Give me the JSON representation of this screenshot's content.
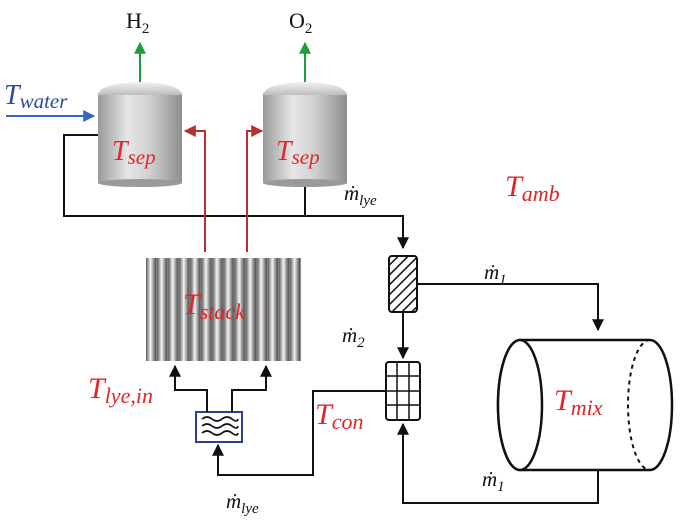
{
  "colors": {
    "temperature_label": "#e0262a",
    "water_label": "#2e4b9a",
    "gas_arrow": "#1d9e3a",
    "gas_pipe": "#b5322c",
    "lye_pipe": "#111111"
  },
  "gases": {
    "h2": {
      "main": "H",
      "sub": "2"
    },
    "o2": {
      "main": "O",
      "sub": "2"
    }
  },
  "water": {
    "main": "T",
    "sub": "water"
  },
  "separators": [
    {
      "main": "T",
      "sub": "sep"
    },
    {
      "main": "T",
      "sub": "sep"
    }
  ],
  "ambient": {
    "main": "T",
    "sub": "amb"
  },
  "stack": {
    "main": "T",
    "sub": "stack"
  },
  "lye_inlet": {
    "main": "T",
    "sub": "lye,in"
  },
  "condenser": {
    "main": "T",
    "sub": "con"
  },
  "mixer": {
    "main": "T",
    "sub": "mix"
  },
  "flows": {
    "lye_top": {
      "main": "ṁ",
      "sub": "lye"
    },
    "lye_bottom": {
      "main": "ṁ",
      "sub": "lye"
    },
    "m1_top": {
      "main": "ṁ",
      "sub": "1"
    },
    "m1_bottom": {
      "main": "ṁ",
      "sub": "1"
    },
    "m2": {
      "main": "ṁ",
      "sub": "2"
    }
  }
}
